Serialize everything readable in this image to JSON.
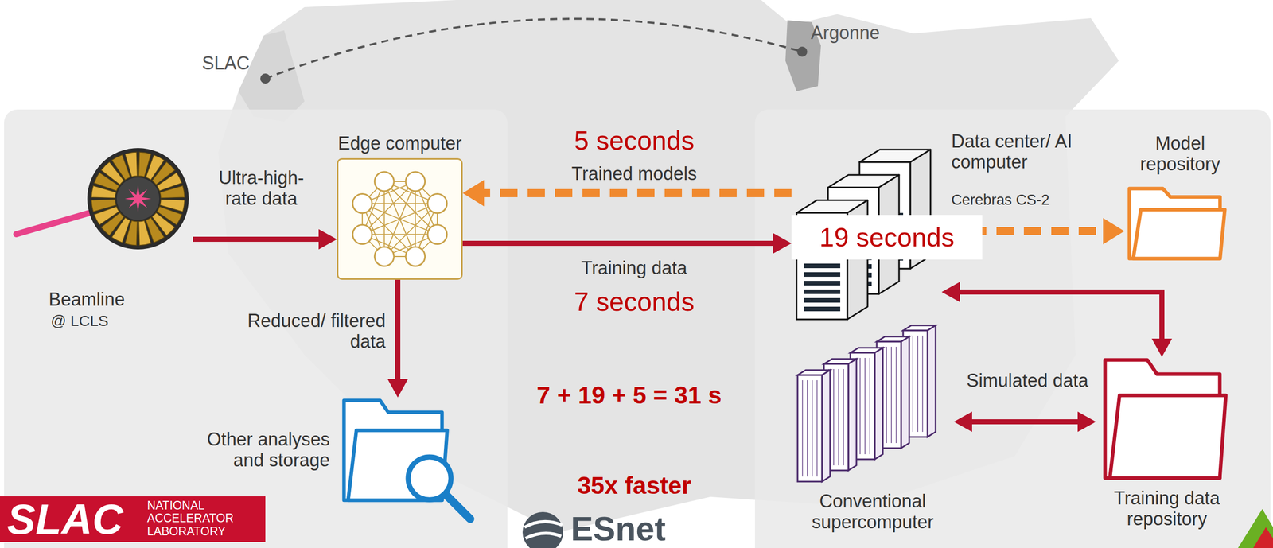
{
  "diagram": {
    "nodes": [
      {
        "text": [
          "Beamline",
          "@ LCLS"
        ]
      },
      {
        "text": [
          "Edge computer"
        ]
      },
      {
        "text": [
          "Other analyses and storage"
        ]
      },
      {
        "text": [
          "Data center/ AI computer",
          "Cerebras CS-2"
        ]
      },
      {
        "text": [
          "Model repository"
        ]
      },
      {
        "text": [
          "Conventional supercomputer"
        ]
      },
      {
        "text": [
          "Training data repository"
        ]
      }
    ],
    "edges": [
      {
        "from": 0,
        "to": 1,
        "label": "Ultra-high-rate data",
        "arrow": "to"
      },
      {
        "from": 1,
        "to": 2,
        "label": "Reduced/ filtered data",
        "arrow": "to"
      },
      {
        "from": 1,
        "to": 3,
        "label": "Training data",
        "arrow": "to"
      },
      {
        "from": 3,
        "to": 1,
        "label": "Trained models",
        "arrow": "to"
      },
      {
        "from": 3,
        "to": 4,
        "arrow": "to"
      },
      {
        "from": 3,
        "to": 6,
        "arrow": "both"
      },
      {
        "from": 5,
        "to": 6,
        "label": "Simulated data",
        "arrow": "both"
      }
    ],
    "labels": [
      "SLAC",
      "Argonne",
      "5 seconds",
      "19 seconds",
      "7 seconds",
      "7 + 19 + 5 = 31 s",
      "35x faster",
      "ESnet",
      "SLAC",
      "NATIONAL ACCELERATOR LABORATORY"
    ]
  }
}
